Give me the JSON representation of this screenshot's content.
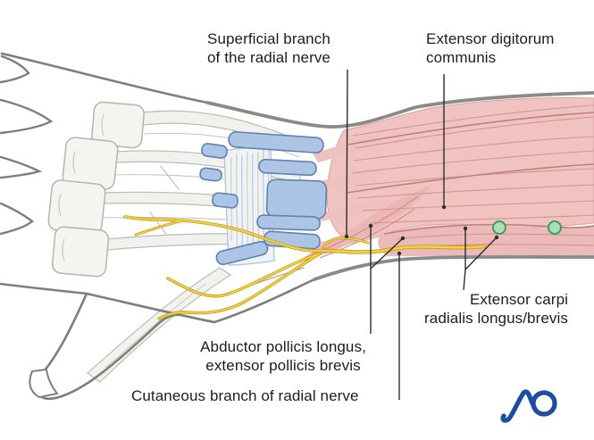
{
  "labels": {
    "superficial_branch": "Superficial branch\nof the radial nerve",
    "extensor_digitorum": "Extensor digitorum\ncommunis",
    "extensor_carpi": "Extensor carpi\nradialis longus/brevis",
    "abductor_pollicis": "Abductor pollicis longus,\nextensor pollicis brevis",
    "cutaneous_branch": "Cutaneous branch of radial nerve"
  },
  "logo": {
    "text": "AO"
  },
  "landmarks": {
    "green_dot_count": 2
  },
  "colors": {
    "nerve_yellow": "#f0d243",
    "nerve_yellow_dark": "#c39d1e",
    "muscle_pink": "#f0c3c1",
    "tendon_sheath_blue": "#adc5e5",
    "tendon_sheath_blue_stroke": "#5f81b4",
    "landmark_green_fill": "#aeddb6",
    "landmark_green_stroke": "#3f9e59",
    "outline_gray": "#8a8a88",
    "leader_black": "#2d2d2b",
    "logo_blue": "#1c4da0"
  }
}
